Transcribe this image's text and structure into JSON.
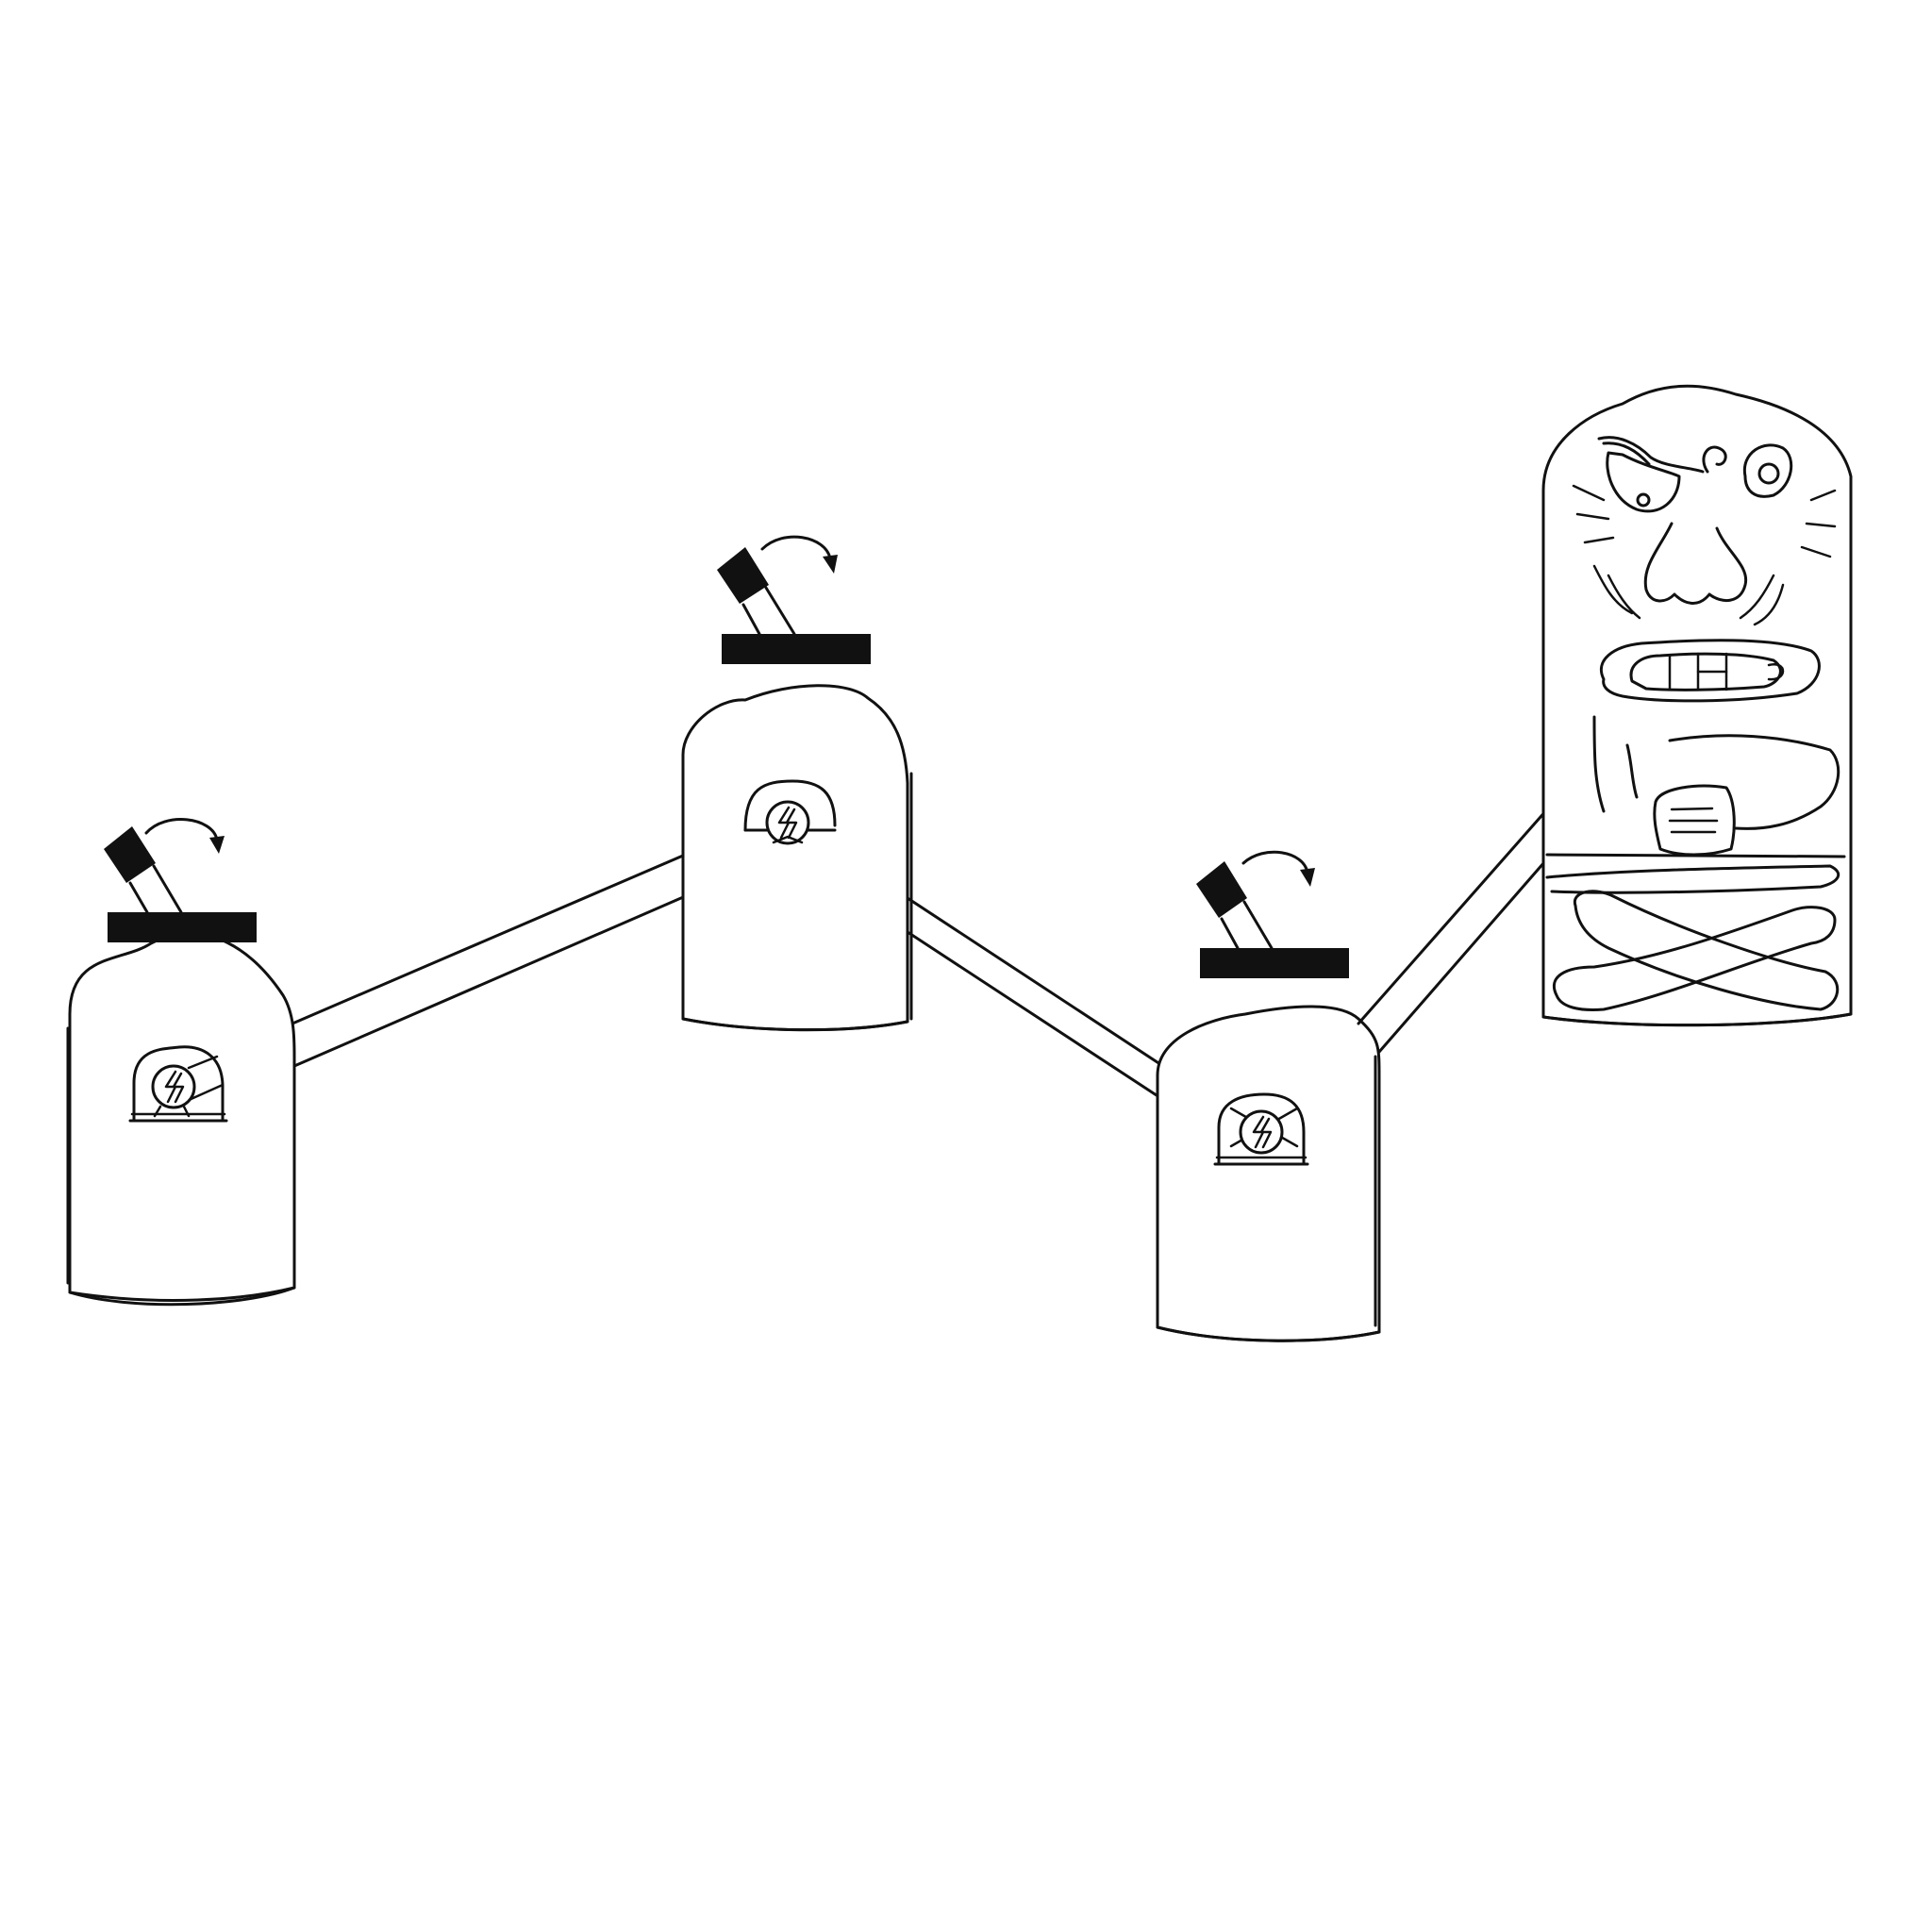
{
  "colors": {
    "background": "#ffffff",
    "ink": "#111111"
  },
  "scene": {
    "stations": [
      {
        "id": "left",
        "icon": "lightning-bolt-icon",
        "lever": "lever-switch-icon",
        "lever_arrow": "rotate-arrow-icon"
      },
      {
        "id": "middle",
        "icon": "lightning-bolt-icon",
        "lever": "lever-switch-icon",
        "lever_arrow": "rotate-arrow-icon"
      },
      {
        "id": "right",
        "icon": "lightning-bolt-icon",
        "lever": "lever-switch-icon",
        "lever_arrow": "rotate-arrow-icon"
      }
    ],
    "connections": [
      {
        "from": "left",
        "to": "middle"
      },
      {
        "from": "middle",
        "to": "right"
      },
      {
        "from": "right",
        "to": "totem"
      }
    ],
    "totem": {
      "icon": "tiki-totem-face-icon"
    }
  }
}
